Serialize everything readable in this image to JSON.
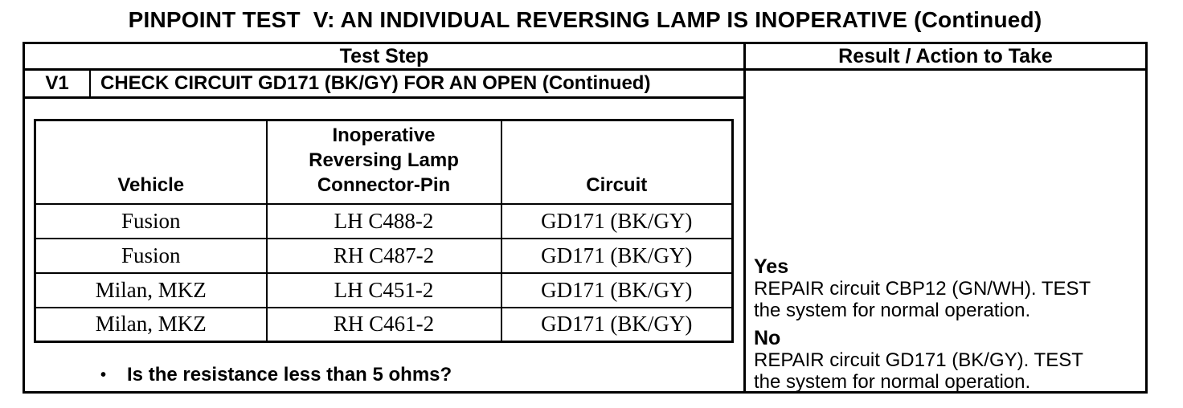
{
  "title": "PINPOINT TEST  V: AN INDIVIDUAL REVERSING LAMP IS INOPERATIVE (Continued)",
  "colors": {
    "text": "#000000",
    "background": "#ffffff",
    "border": "#000000"
  },
  "table": {
    "columns": {
      "test_step": "Test Step",
      "result": "Result / Action to Take"
    },
    "step": {
      "id": "V1",
      "name": "CHECK CIRCUIT GD171 (BK/GY) FOR AN OPEN (Continued)"
    },
    "vehicle_table": {
      "headers": [
        "Vehicle",
        "Inoperative\nReversing Lamp\nConnector-Pin",
        "Circuit"
      ],
      "rows": [
        [
          "Fusion",
          "LH C488-2",
          "GD171 (BK/GY)"
        ],
        [
          "Fusion",
          "RH C487-2",
          "GD171 (BK/GY)"
        ],
        [
          "Milan, MKZ",
          "LH C451-2",
          "GD171 (BK/GY)"
        ],
        [
          "Milan, MKZ",
          "RH C461-2",
          "GD171 (BK/GY)"
        ]
      ]
    },
    "bullet_glyph": "•",
    "question": "Is the resistance less than 5 ohms?",
    "results": [
      {
        "answer": "Yes",
        "action": "REPAIR circuit CBP12 (GN/WH). TEST the system for normal operation."
      },
      {
        "answer": "No",
        "action": "REPAIR circuit GD171 (BK/GY). TEST the system for normal operation."
      }
    ]
  }
}
